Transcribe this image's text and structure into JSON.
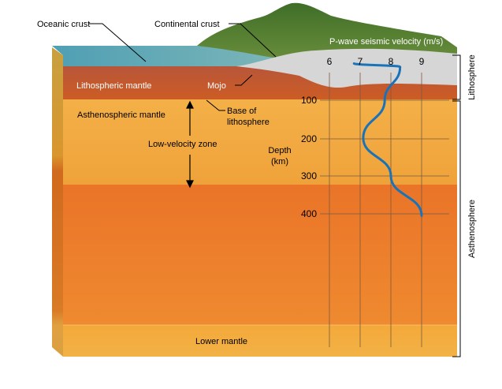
{
  "labels": {
    "oceanic_crust": "Oceanic crust",
    "continental_crust": "Continental crust",
    "lithospheric_mantle": "Lithospheric mantle",
    "mojo": "Mojo",
    "base_of_lithosphere_1": "Base of",
    "base_of_lithosphere_2": "lithosphere",
    "asthenospheric_mantle": "Asthenospheric mantle",
    "low_velocity_zone": "Low-velocity zone",
    "lower_mantle": "Lower mantle"
  },
  "axes": {
    "velocity_title": "P-wave seismic velocity (m/s)",
    "velocity_ticks": [
      "6",
      "7",
      "8",
      "9"
    ],
    "depth_title_1": "Depth",
    "depth_title_2": "(km)",
    "depth_ticks": [
      "100",
      "200",
      "300",
      "400"
    ]
  },
  "brackets": {
    "lithosphere": "Lithosphere",
    "asthenosphere": "Asthenosphere"
  },
  "colors": {
    "ocean": "#5aa6b8",
    "lithospheric_mantle": "#c25a2a",
    "asthenospheric_mantle": "#f2a13c",
    "low_velocity_band": "#ea7a2a",
    "lower_mantle": "#f4a93c",
    "continental_crust": "#d7d7d7",
    "velocity_curve": "#1a73b8",
    "mountains": "#4d7a2e"
  },
  "velocity_profile": {
    "x_unit": "m/s",
    "y_unit": "km",
    "points": [
      [
        6.8,
        3
      ],
      [
        8.3,
        12
      ],
      [
        7.8,
        100
      ],
      [
        7.1,
        200
      ],
      [
        8.0,
        300
      ],
      [
        9.0,
        405
      ]
    ]
  }
}
